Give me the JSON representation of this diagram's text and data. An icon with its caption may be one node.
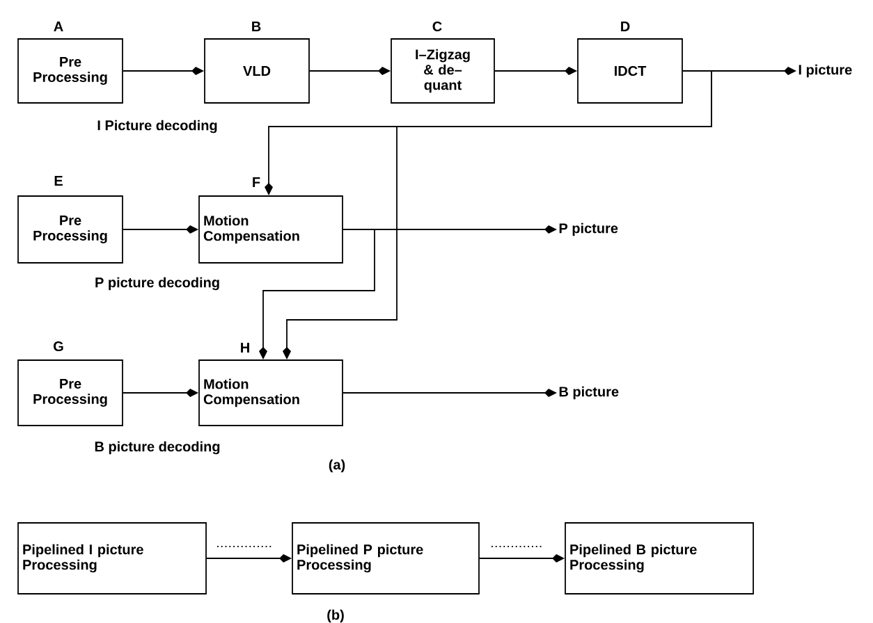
{
  "diagram": {
    "nodes": [
      {
        "text": [
          "Pre Processing"
        ],
        "beside": [
          "A"
        ]
      },
      {
        "text": [
          "VLD"
        ],
        "beside": [
          "B"
        ]
      },
      {
        "text": [
          "I–Zigzag & de–quant"
        ],
        "beside": [
          "C"
        ]
      },
      {
        "text": [
          "IDCT"
        ],
        "beside": [
          "D"
        ]
      },
      {
        "text": [
          "I picture"
        ]
      },
      {
        "text": [
          "Pre Processing"
        ],
        "beside": [
          "E"
        ]
      },
      {
        "text": [
          "Motion Compensation"
        ],
        "beside": [
          "F"
        ]
      },
      {
        "text": [
          "P picture"
        ]
      },
      {
        "text": [
          "Pre Processing"
        ],
        "beside": [
          "G"
        ]
      },
      {
        "text": [
          "Motion Compensation"
        ],
        "beside": [
          "H"
        ]
      },
      {
        "text": [
          "B picture"
        ]
      },
      {
        "text": [
          "Pipelined I picture Processing"
        ]
      },
      {
        "text": [
          "Pipelined P picture Processing"
        ]
      },
      {
        "text": [
          "Pipelined B picture Processing"
        ]
      }
    ],
    "edges": [
      {
        "from": 0,
        "to": 1,
        "arrow": "to"
      },
      {
        "from": 1,
        "to": 2,
        "arrow": "to"
      },
      {
        "from": 2,
        "to": 3,
        "arrow": "to"
      },
      {
        "from": 3,
        "to": 4,
        "arrow": "to"
      },
      {
        "from": 3,
        "to": 6,
        "arrow": "to"
      },
      {
        "from": 3,
        "to": 9,
        "arrow": "to"
      },
      {
        "from": 5,
        "to": 6,
        "arrow": "to"
      },
      {
        "from": 6,
        "to": 7,
        "arrow": "to"
      },
      {
        "from": 6,
        "to": 9,
        "arrow": "to"
      },
      {
        "from": 8,
        "to": 9,
        "arrow": "to"
      },
      {
        "from": 9,
        "to": 10,
        "arrow": "to"
      },
      {
        "from": 11,
        "to": 12,
        "arrow": "to"
      },
      {
        "from": 12,
        "to": 13,
        "arrow": "to"
      }
    ],
    "labels": [
      "I Picture decoding",
      "P picture decoding",
      "B picture decoding",
      "(a)",
      "(b)"
    ]
  }
}
